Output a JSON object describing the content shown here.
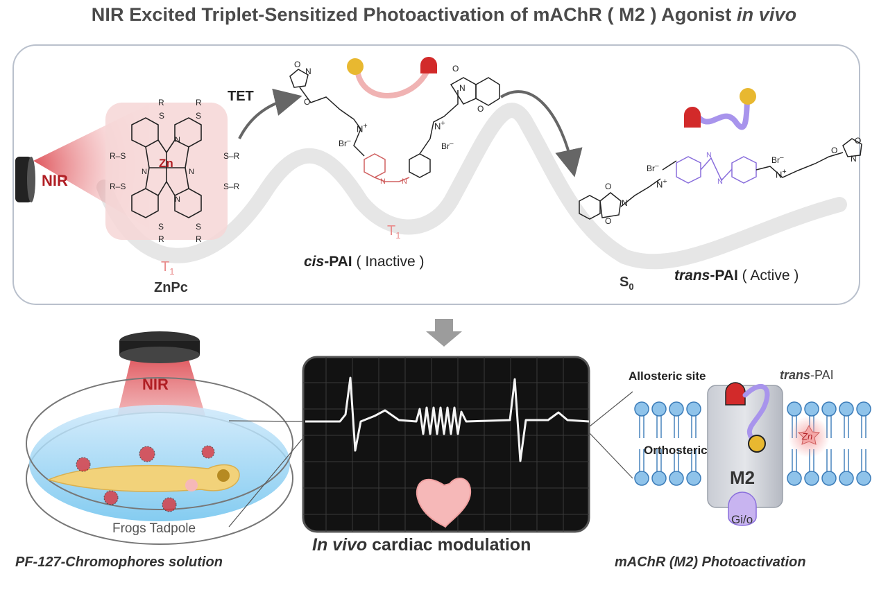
{
  "title_main": "NIR Excited Triplet-Sensitized Photoactivation of mAChR ( M2 ) Agonist ",
  "title_italic": "in vivo",
  "top": {
    "nir": "NIR",
    "tet": "TET",
    "zn": "Zn",
    "zn_label": "ZnPc",
    "t1": "T",
    "t1_sub": "1",
    "s0": "S",
    "s0_sub": "0",
    "cis_prefix": "cis",
    "cis_main": "-PAI",
    "cis_state": " ( Inactive )",
    "trans_prefix": "trans",
    "trans_main": "-PAI",
    "trans_state": " ( Active )",
    "atoms": {
      "r": "R",
      "s": "S",
      "rs": "R–S",
      "sr": "S–R",
      "n": "N",
      "o": "O",
      "br": "Br",
      "nplus": "N",
      "plus": "+",
      "minus": "–"
    }
  },
  "bottom": {
    "nir": "NIR",
    "frogs": "Frogs Tadpole",
    "left_caption": "PF-127-Chromophores solution",
    "center_caption_italic": "In vivo",
    "center_caption_rest": " cardiac modulation",
    "allosteric": "Allosteric site",
    "trans_pai_italic": "trans",
    "trans_pai_rest": "-PAI",
    "orthosteric": "Orthosteric",
    "m2": "M2",
    "gio": "Gi/o",
    "zn": "Zn",
    "right_caption": "mAChR (M2) Photoactivation"
  },
  "colors": {
    "accent_red": "#c8242c",
    "pink": "#e98b8b",
    "purple": "#9a7fe0",
    "gold": "#e8b830",
    "lipid": "#8fc3ea",
    "monitor": "#111111"
  }
}
